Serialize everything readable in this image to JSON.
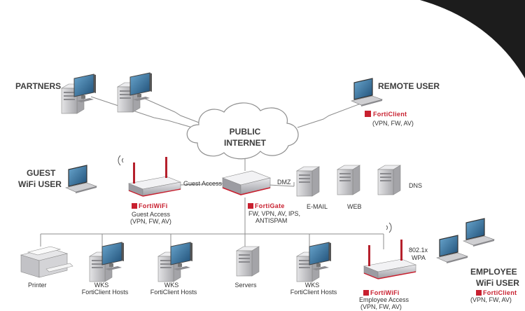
{
  "labels": {
    "partners": "PARTNERS",
    "remote_user": "REMOTE USER",
    "cloud_line1": "PUBLIC",
    "cloud_line2": "INTERNET",
    "guest_line1": "GUEST",
    "guest_line2": "WiFi USER",
    "guest_access_link": "Guest Access",
    "dmz": "DMZ",
    "email": "E-MAIL",
    "web": "WEB",
    "dns": "DNS",
    "printer": "Printer",
    "wks1_line1": "WKS",
    "wks1_line2": "FortiClient Hosts",
    "wks2_line1": "WKS",
    "wks2_line2": "FortiClient Hosts",
    "servers": "Servers",
    "wks3_line1": "WKS",
    "wks3_line2": "FortiClient Hosts",
    "wpa_line1": "802.1x",
    "wpa_line2": "WPA",
    "employee_line1": "EMPLOYEE",
    "employee_line2": "WiFi USER"
  },
  "products": {
    "remote_brand": "FortiClient",
    "remote_caps": "(VPN, FW, AV)",
    "guest_brand": "FortiWiFi",
    "guest_caps1": "Guest Access",
    "guest_caps2": "(VPN, FW, AV)",
    "gate_brand": "FortiGate",
    "gate_caps1": "FW, VPN, AV, IPS,",
    "gate_caps2": "ANTISPAM",
    "emp_brand": "FortiWiFi",
    "emp_caps1": "Employee Access",
    "emp_caps2": "(VPN, FW, AV)",
    "empclient_brand": "FortiClient",
    "empclient_caps": "(VPN, FW, AV)"
  },
  "colors": {
    "brand_red": "#c8202f",
    "line_gray": "#8c8c8c",
    "device_gray": "#c9c9cb",
    "screen_blue": "#2f6f9a"
  }
}
